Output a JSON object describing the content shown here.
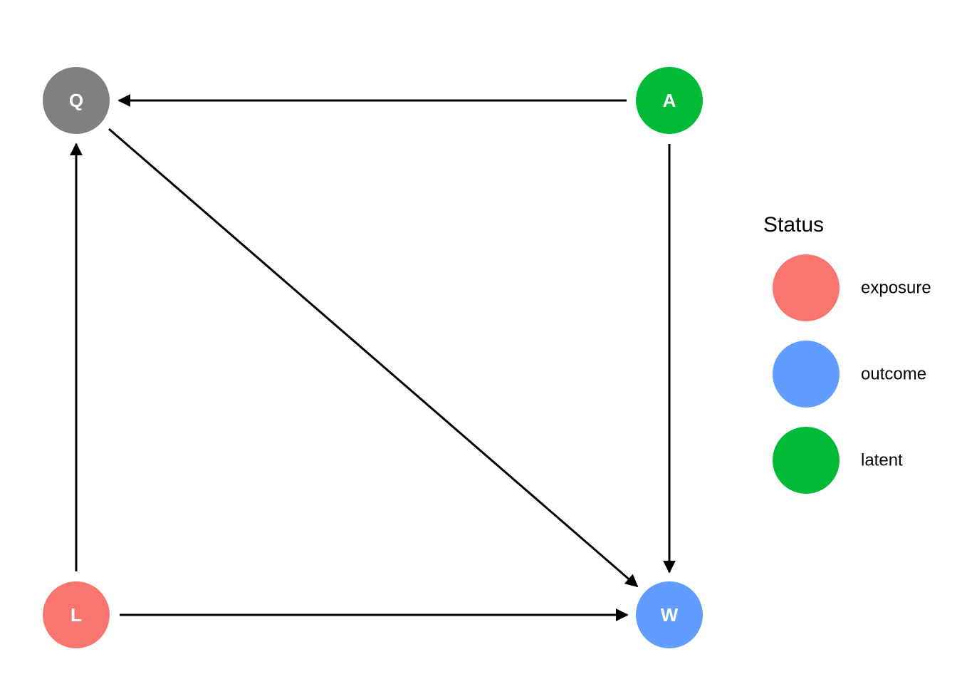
{
  "diagram": {
    "nodes": [
      {
        "id": "Q",
        "label": "Q",
        "status": "",
        "color": "#808080"
      },
      {
        "id": "A",
        "label": "A",
        "status": "latent",
        "color": "#00BA38"
      },
      {
        "id": "L",
        "label": "L",
        "status": "exposure",
        "color": "#F8766D"
      },
      {
        "id": "W",
        "label": "W",
        "status": "outcome",
        "color": "#619CFF"
      }
    ],
    "edges": [
      {
        "from": "A",
        "to": "Q"
      },
      {
        "from": "A",
        "to": "W"
      },
      {
        "from": "Q",
        "to": "W"
      },
      {
        "from": "L",
        "to": "Q"
      },
      {
        "from": "L",
        "to": "W"
      }
    ]
  },
  "legend": {
    "title": "Status",
    "items": [
      {
        "label": "exposure",
        "color": "#F8766D"
      },
      {
        "label": "outcome",
        "color": "#619CFF"
      },
      {
        "label": "latent",
        "color": "#00BA38"
      }
    ]
  }
}
